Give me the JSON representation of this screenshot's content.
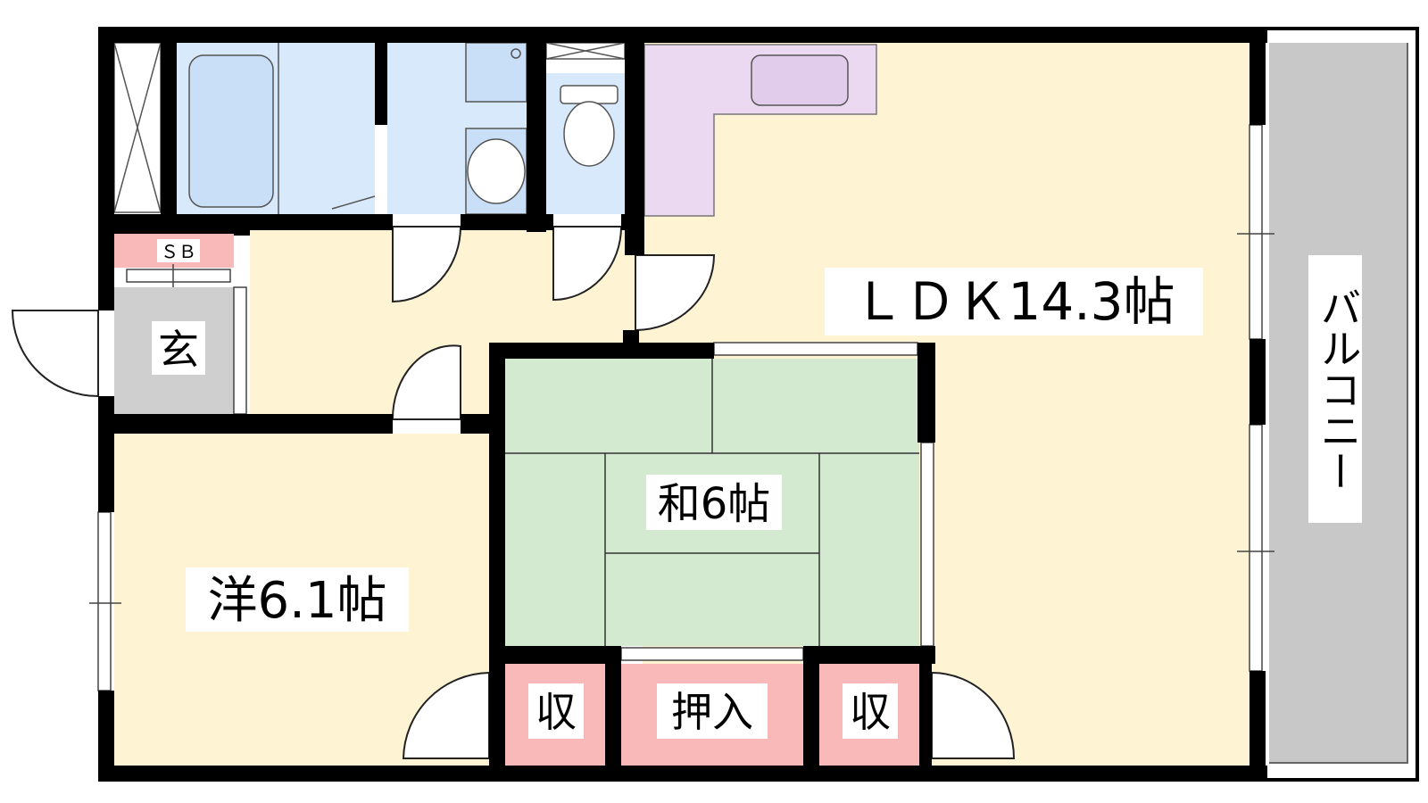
{
  "rooms": {
    "ldk": "ＬＤＫ14.3帖",
    "washitsu": "和6帖",
    "youshitsu": "洋6.1帖",
    "genkan": "玄",
    "shoe_box": "ＳＢ",
    "storage_left": "収",
    "storage_right": "収",
    "oshiire": "押入",
    "balcony": "バルコニー"
  },
  "colors": {
    "wall": "#000000",
    "floor_wood": "#fef3d2",
    "tatami": "#d4ead0",
    "wet_area": "#d7e9fb",
    "kitchen": "#ead9f1",
    "storage": "#f9b9b9",
    "entrance": "#cfcfcf",
    "balcony": "#c8c8c8"
  }
}
